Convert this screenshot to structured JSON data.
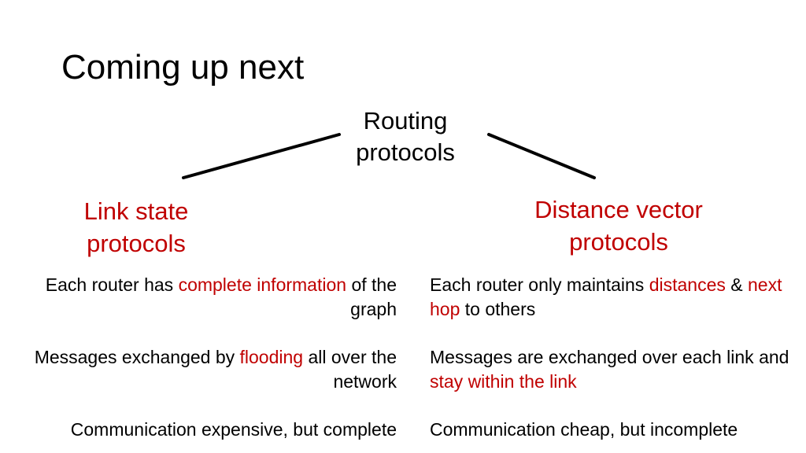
{
  "slide": {
    "title": "Coming up next"
  },
  "root": {
    "line1": "Routing",
    "line2": "protocols"
  },
  "left": {
    "heading_line1": "Link state",
    "heading_line2": "protocols",
    "points": [
      {
        "parts": [
          {
            "text": "Each router has ",
            "accent": false
          },
          {
            "text": "complete information",
            "accent": true
          },
          {
            "text": " of the graph",
            "accent": false
          }
        ]
      },
      {
        "parts": [
          {
            "text": "Messages exchanged by ",
            "accent": false
          },
          {
            "text": "flooding",
            "accent": true
          },
          {
            "text": " all over the network",
            "accent": false
          }
        ]
      },
      {
        "parts": [
          {
            "text": "Communication expensive, but complete",
            "accent": false
          }
        ]
      }
    ]
  },
  "right": {
    "heading_line1": "Distance vector",
    "heading_line2": "protocols",
    "points": [
      {
        "parts": [
          {
            "text": "Each router only maintains ",
            "accent": false
          },
          {
            "text": "distances",
            "accent": true
          },
          {
            "text": " & ",
            "accent": false
          },
          {
            "text": "next hop",
            "accent": true
          },
          {
            "text": " to others",
            "accent": false
          }
        ]
      },
      {
        "parts": [
          {
            "text": "Messages are exchanged over each link and ",
            "accent": false
          },
          {
            "text": "stay within the link",
            "accent": true
          }
        ]
      },
      {
        "parts": [
          {
            "text": "Communication cheap, but incomplete",
            "accent": false
          }
        ]
      }
    ]
  },
  "colors": {
    "accent": "#c00000",
    "text": "#000000",
    "background": "#ffffff"
  }
}
